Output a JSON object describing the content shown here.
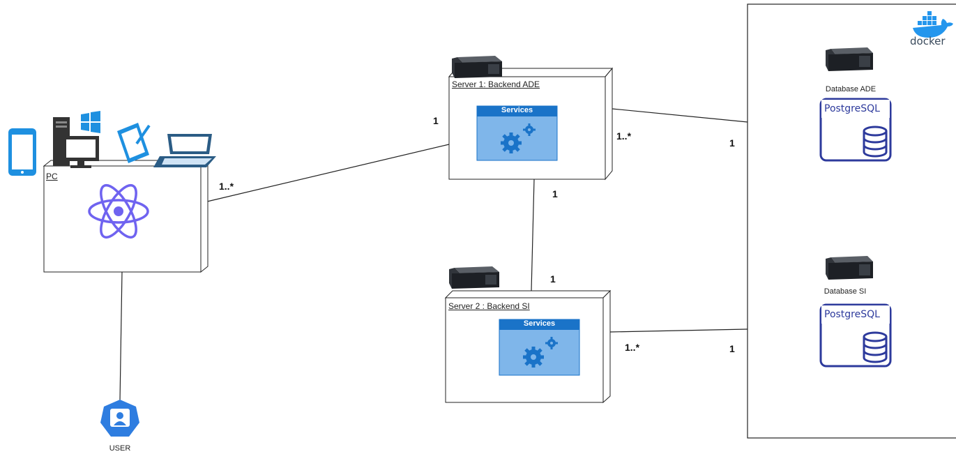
{
  "nodes": {
    "pc": {
      "label": "PC"
    },
    "server1": {
      "label": "Server 1: Backend ADE",
      "services_label": "Services"
    },
    "server2": {
      "label": "Server 2 : Backend SI",
      "services_label": "Services"
    },
    "docker": {
      "label": "docker"
    },
    "db_ade": {
      "label": "Database ADE",
      "engine": "PostgreSQL"
    },
    "db_si": {
      "label": "Database SI",
      "engine": "PostgreSQL"
    },
    "user": {
      "label": "USER"
    }
  },
  "multiplicities": {
    "pc_server1_near_pc": "1..*",
    "pc_server1_near_server1": "1",
    "server1_db_near_server1": "1..*",
    "server1_db_near_db": "1",
    "server1_server2_near_server1": "1",
    "server1_server2_near_server2": "1",
    "server2_db_near_server2": "1..*",
    "server2_db_near_db": "1"
  },
  "colors": {
    "react_atom": "#6f63f0",
    "postgres_blue": "#2d3a9c",
    "services_header": "#1a73c8",
    "services_body": "#7fb6ea",
    "user_badge": "#2e7de0",
    "device_blue": "#1e90e0",
    "docker_blue": "#2496ed"
  },
  "icons": [
    "phone-icon",
    "desktop-pc-icon",
    "windows-logo-icon",
    "tablet-icon",
    "laptop-icon",
    "server-icon",
    "gear-icon",
    "atom-icon",
    "database-icon",
    "user-icon",
    "docker-whale-icon"
  ]
}
